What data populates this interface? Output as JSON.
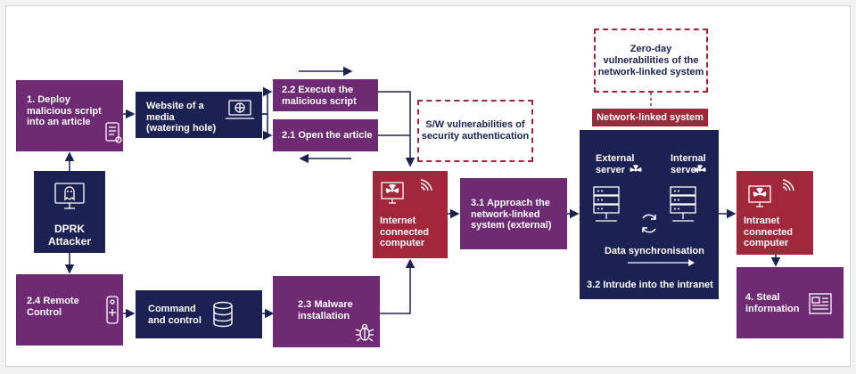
{
  "nodes": {
    "deploy": "1. Deploy\nmalicious script\ninto an article",
    "website": "Website of a\nmedia\n(watering hole)",
    "execute": "2.2 Execute the\nmalicious script",
    "open": "2.1 Open the article",
    "dprk": "DPRK\nAttacker",
    "remote": "2.4 Remote\nControl",
    "command": "Command\nand control",
    "malware": "2.3 Malware\ninstallation",
    "internet": "Internet\nconnected\ncomputer",
    "approach": "3.1 Approach the\nnetwork-linked\nsystem (external)",
    "sw_vuln": "S/W vulnerabilities of\nsecurity authentication",
    "zeroday": "Zero-day\nvulnerabilities of the\nnetwork-linked system",
    "netlinked_title": "Network-linked system",
    "external_server": "External\nserver",
    "internal_server": "Internal\nserver",
    "data_sync": "Data synchronisation",
    "intrude": "3.2 Intrude into the intranet",
    "intranet": "Intranet\nconnected\ncomputer",
    "steal": "4. Steal\ninformation"
  },
  "colors": {
    "purple": "#6e2b73",
    "navy": "#1b2152",
    "red": "#a3273a",
    "line": "#1b2152"
  },
  "icons": [
    "scroll-icon",
    "laptop-globe-icon",
    "ghost-monitor-icon",
    "remote-icon",
    "database-icon",
    "bug-icon",
    "wifi-icon",
    "hazard-icon",
    "server-icon",
    "sync-icon",
    "newspaper-icon"
  ]
}
